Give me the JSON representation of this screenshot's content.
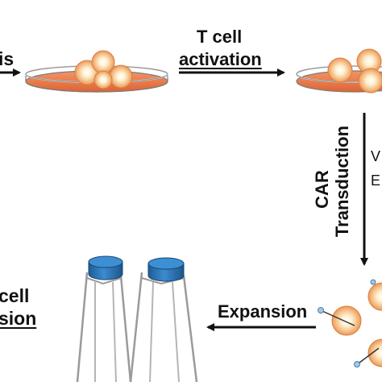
{
  "labels": {
    "left_cut_top": "is",
    "activation_line1": "T cell",
    "activation_line2": "activation",
    "transduction_line1": "CAR",
    "transduction_line2": "Transduction",
    "vector_letter1": "V",
    "vector_letter2": "E",
    "expansion": "Expansion",
    "left_cut_bottom_line1": "cell",
    "left_cut_bottom_line2": "sion"
  },
  "colors": {
    "medium_top": "#f08a5d",
    "medium_bottom": "#e0683a",
    "dish_rim": "#d9d9d9",
    "dish_edge": "#7a7a7a",
    "cell_outer": "#f3c18e",
    "cell_inner": "#fff3d6",
    "cell_core": "#ffffff",
    "flask_cap": "#2f78b8",
    "flask_cap_dark": "#1d5589",
    "flask_line": "#9a9a9a",
    "arrow": "#111111"
  }
}
